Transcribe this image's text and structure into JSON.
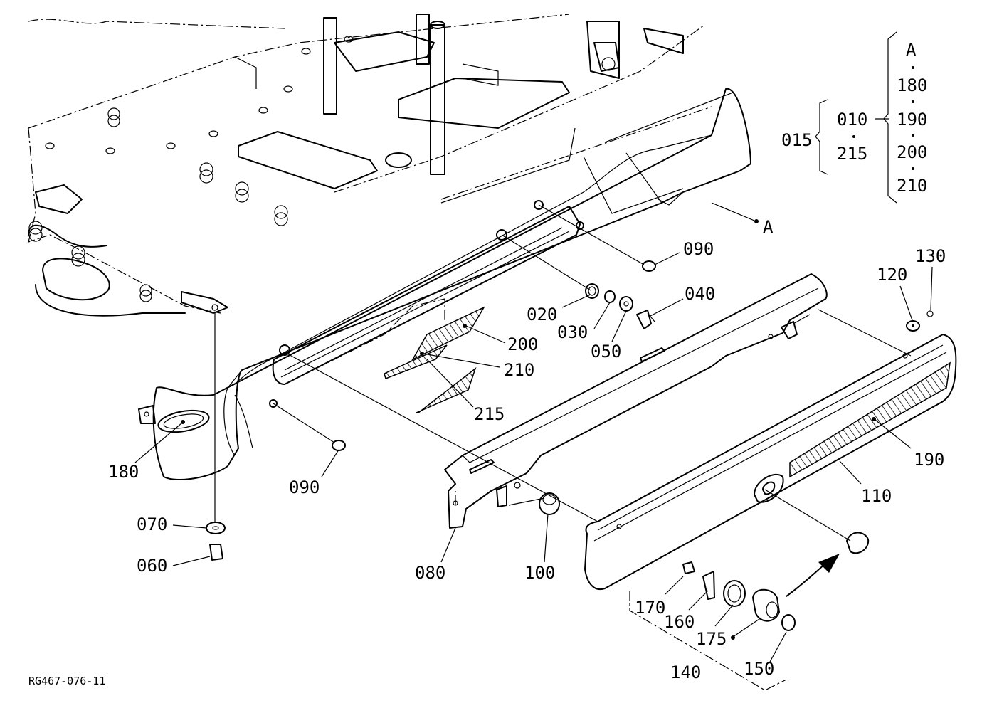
{
  "diagram": {
    "reference_code": "RG467-076-11",
    "part_labels": [
      "180",
      "090",
      "070",
      "060",
      "080",
      "100",
      "200",
      "210",
      "215",
      "020",
      "030",
      "050",
      "040",
      "090",
      "A",
      "120",
      "130",
      "190",
      "110",
      "170",
      "160",
      "175",
      "150",
      "140"
    ],
    "assembly_group": {
      "outer_label": "015",
      "inner_top": "010",
      "inner_bottom": "215",
      "set_items": [
        "A",
        "180",
        "190",
        "200",
        "210"
      ]
    }
  }
}
